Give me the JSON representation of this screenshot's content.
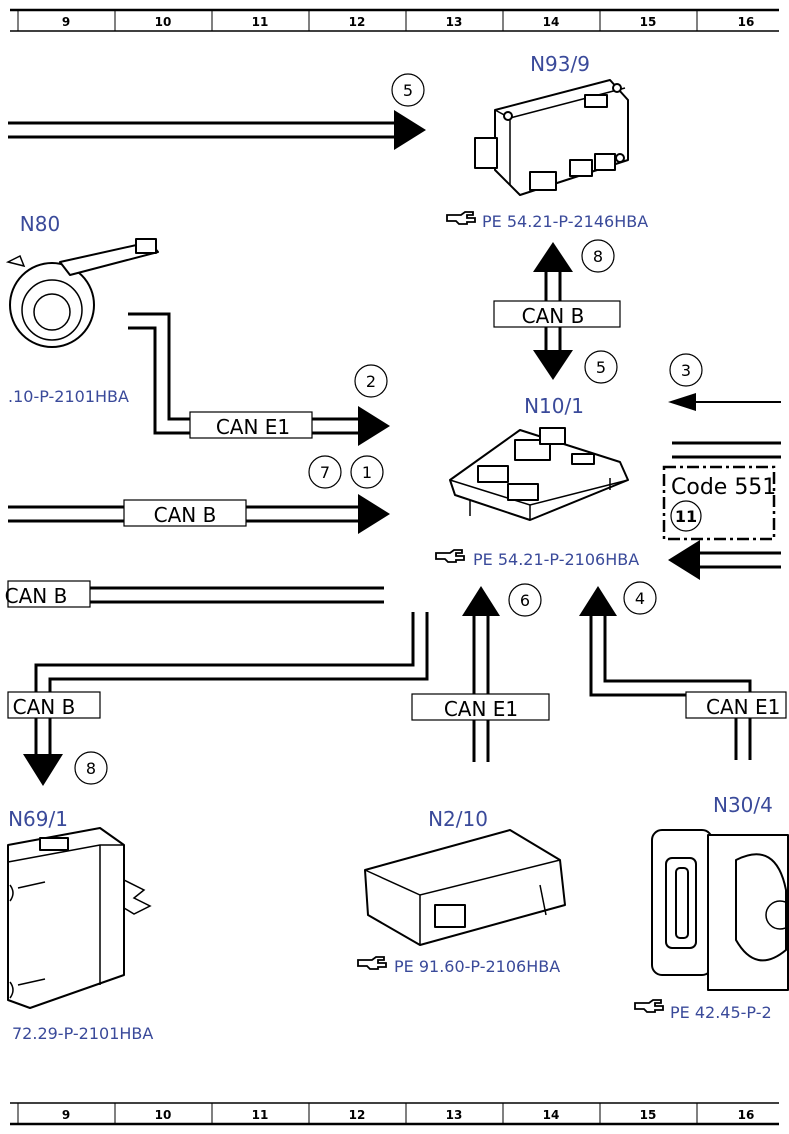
{
  "ruler": {
    "numbers": [
      "9",
      "10",
      "11",
      "12",
      "13",
      "14",
      "15",
      "16"
    ]
  },
  "components": {
    "n93_9": {
      "label": "N93/9",
      "ref": "PE 54.21-P-2146HBA"
    },
    "n80": {
      "label": "N80",
      "ref": ".10-P-2101HBA"
    },
    "n10_1": {
      "label": "N10/1",
      "ref": "PE 54.21-P-2106HBA"
    },
    "n69_1": {
      "label": "N69/1",
      "ref": "72.29-P-2101HBA"
    },
    "n2_10": {
      "label": "N2/10",
      "ref": "PE 91.60-P-2106HBA"
    },
    "n30_4": {
      "label": "N30/4",
      "ref": "PE 42.45-P-2"
    }
  },
  "buses": {
    "can_b_vertical": "CAN B",
    "can_e1_n80": "CAN E1",
    "can_b_left": "CAN B",
    "can_b_lower": "CAN B",
    "can_b_n69": "CAN B",
    "can_e1_n2": "CAN E1",
    "can_e1_n30": "CAN E1"
  },
  "code_box": {
    "label": "Code 551",
    "number": "11"
  },
  "callouts": {
    "top_arrow": "5",
    "n93_up": "8",
    "n10_down": "5",
    "right_arrow": "3",
    "n80_arrow": "2",
    "can_b_a": "7",
    "can_b_b": "1",
    "n2_up": "6",
    "n30_up": "4",
    "n69_down": "8"
  }
}
